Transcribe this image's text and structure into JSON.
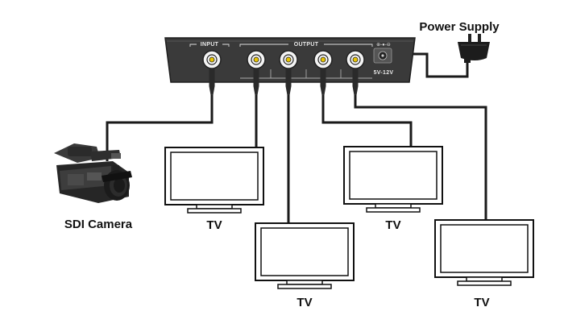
{
  "splitter": {
    "input_label": "INPUT",
    "output_label": "OUTPUT",
    "voltage_label": "5V-12V"
  },
  "labels": {
    "power_supply": "Power Supply",
    "camera": "SDI Camera",
    "tv": [
      "TV",
      "TV",
      "TV",
      "TV"
    ]
  },
  "colors": {
    "device_body": "#3a3a3a",
    "cable": "#1a1a1a",
    "bnc_center": "#e8c400"
  },
  "icons": [
    "splitter-box-icon",
    "bnc-connector-icon",
    "power-adapter-icon",
    "camera-icon",
    "tv-icon"
  ]
}
